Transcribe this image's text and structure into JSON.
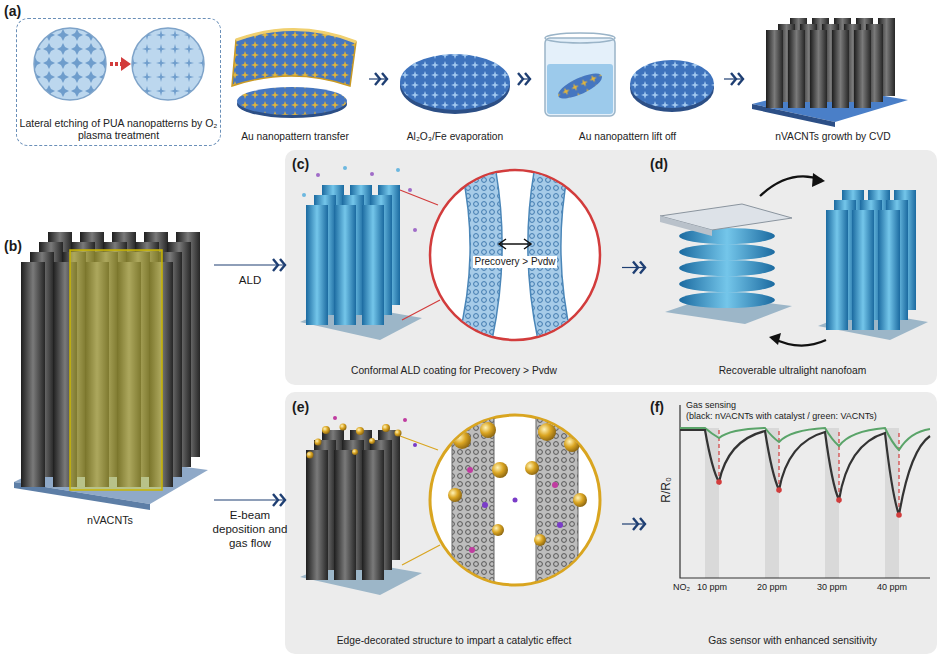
{
  "diagram": {
    "nodes": [
      {
        "text": [
          "Lateral etching of PUA nanopatterns by O₂ plasma treatment"
        ]
      },
      {
        "text": [
          "Au nanopattern transfer"
        ]
      },
      {
        "text": [
          "Al₂O₃/Fe evaporation"
        ]
      },
      {
        "text": [
          "Au nanopattern lift off"
        ]
      },
      {
        "text": [
          "nVACNTs growth by CVD"
        ]
      },
      {
        "text": [
          "nVACNTs"
        ]
      },
      {
        "text": [
          "Conformal ALD coating for Precovery > Pvdw"
        ]
      },
      {
        "text": [
          "Recoverable ultralight nanofoam"
        ]
      },
      {
        "text": [
          "Edge-decorated structure to impart a catalytic effect"
        ]
      },
      {
        "text": [
          "Gas sensor with enhanced sensitivity"
        ]
      }
    ],
    "edges": [
      {
        "from": 1,
        "to": 2,
        "arrow": "to"
      },
      {
        "from": 2,
        "to": 3,
        "arrow": "to"
      },
      {
        "from": 3,
        "to": 4,
        "arrow": "to"
      },
      {
        "from": 5,
        "to": 6,
        "label": "ALD",
        "arrow": "to"
      },
      {
        "from": 5,
        "to": 8,
        "label": "E-beam deposition and gas flow",
        "arrow": "to"
      },
      {
        "from": 6,
        "to": 7,
        "arrow": "to"
      },
      {
        "from": 8,
        "to": 9,
        "arrow": "to"
      }
    ],
    "labels": [
      "(a)",
      "(b)",
      "(c)",
      "(d)",
      "(e)",
      "(f)",
      "Precovery > Pvdw",
      "Gas sensing",
      "(black: nVACNTs with catalyst / green: VACNTs)",
      "R/R₀",
      "NO₂",
      "10 ppm",
      "20 ppm",
      "30 ppm",
      "40 ppm"
    ]
  }
}
